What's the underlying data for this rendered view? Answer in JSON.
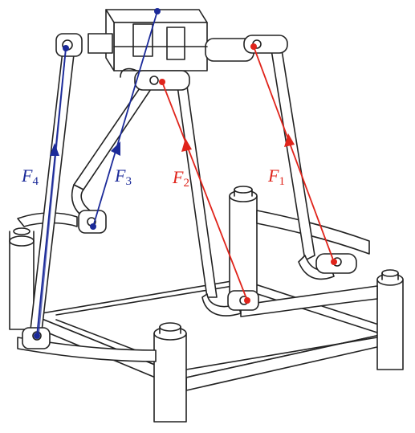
{
  "colors": {
    "frame_stroke": "#222222",
    "frame_fill": "#ffffff",
    "blue_force": "#1b2a99",
    "red_force": "#e0241b"
  },
  "labels": {
    "f1": {
      "symbol": "F",
      "index": "1",
      "color": "#e0241b"
    },
    "f2": {
      "symbol": "F",
      "index": "2",
      "color": "#e0241b"
    },
    "f3": {
      "symbol": "F",
      "index": "3",
      "color": "#1b2a99"
    },
    "f4": {
      "symbol": "F",
      "index": "4",
      "color": "#1b2a99"
    }
  }
}
